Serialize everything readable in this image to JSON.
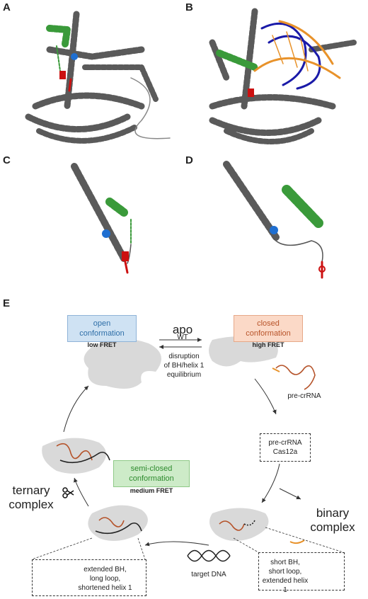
{
  "panels": {
    "a": "A",
    "b": "B",
    "c": "C",
    "d": "D",
    "e": "E"
  },
  "open_box": {
    "line1": "open",
    "line2": "conformation",
    "fret": "low FRET"
  },
  "closed_box": {
    "line1": "closed",
    "line2": "conformation",
    "fret": "high FRET"
  },
  "semi_box": {
    "line1": "semi-closed",
    "line2": "conformation",
    "fret": "medium FRET"
  },
  "apo": "apo",
  "wt": "WT",
  "disruption": {
    "l1": "disruption",
    "l2": "of BH/helix 1",
    "l3": "equilibrium"
  },
  "precrrna_label": "pre-crRNA",
  "precrrna_box": {
    "l1": "pre-crRNA",
    "l2": "Cas12a"
  },
  "binary": {
    "l1": "binary",
    "l2": "complex"
  },
  "ternary": {
    "l1": "ternary",
    "l2": "complex"
  },
  "target_dna": "target DNA",
  "left_inset": {
    "l1": "extended BH,",
    "l2": "long loop,",
    "l3": "shortened helix 1"
  },
  "right_inset": {
    "l1": "short BH,",
    "l2": "short loop,",
    "l3": "extended helix 1"
  },
  "colors": {
    "protein": "#5a5a5a",
    "helix_green": "#3a9a3a",
    "blue": "#1f6fd1",
    "red": "#cc1111",
    "rna": "#b5532a",
    "dna_blue": "#1a1aa8",
    "dna_orange": "#e8922a",
    "cloud": "#d9d9d9"
  }
}
